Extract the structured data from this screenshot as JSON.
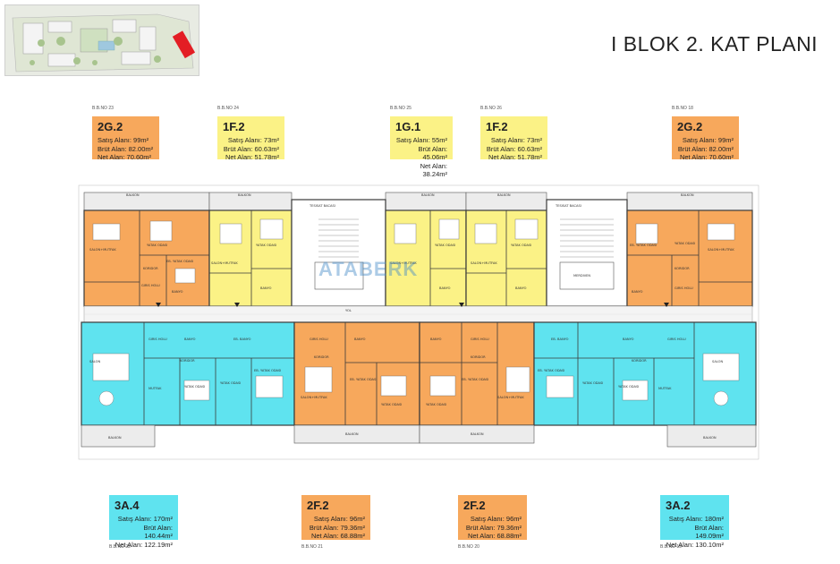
{
  "title": "I BLOK 2. KAT PLANI",
  "watermark": "ATABERK",
  "colors": {
    "orange": "#f7a85c",
    "yellow": "#fbf286",
    "cyan": "#5fe3ef",
    "wall": "#3a3a3a",
    "corridor": "#f4f4f4",
    "balcony": "#ececec"
  },
  "units_top": [
    {
      "bb": "B.B.NO 23",
      "code": "2G.2",
      "satis": "Satış Alanı: 99m²",
      "brut": "Brüt Alan: 82.00m²",
      "net": "Net Alan: 70.60m²",
      "color": "#f7a85c"
    },
    {
      "bb": "B.B.NO 24",
      "code": "1F.2",
      "satis": "Satış Alanı: 73m²",
      "brut": "Brüt Alan: 60.63m²",
      "net": "Net Alan: 51.78m²",
      "color": "#fbf286"
    },
    {
      "bb": "B.B.NO 25",
      "code": "1G.1",
      "satis": "Satış Alanı: 55m²",
      "brut": "Brüt Alan: 45.06m²",
      "net": "Net Alan: 38.24m²",
      "color": "#fbf286"
    },
    {
      "bb": "B.B.NO 26",
      "code": "1F.2",
      "satis": "Satış Alanı: 73m²",
      "brut": "Brüt Alan: 60.63m²",
      "net": "Net Alan: 51.78m²",
      "color": "#fbf286"
    },
    {
      "bb": "B.B.NO 18",
      "code": "2G.2",
      "satis": "Satış Alanı: 99m²",
      "brut": "Brüt Alan: 82.00m²",
      "net": "Net Alan: 70.60m²",
      "color": "#f7a85c"
    }
  ],
  "units_bottom": [
    {
      "bb": "B.B.NO 22",
      "code": "3A.4",
      "satis": "Satış Alanı: 170m²",
      "brut": "Brüt Alan: 140.44m²",
      "net": "Net Alan: 122.19m²",
      "color": "#5fe3ef"
    },
    {
      "bb": "B.B.NO 21",
      "code": "2F.2",
      "satis": "Satış Alanı: 96m²",
      "brut": "Brüt Alan: 79.36m²",
      "net": "Net Alan: 68.88m²",
      "color": "#f7a85c"
    },
    {
      "bb": "B.B.NO 20",
      "code": "2F.2",
      "satis": "Satış Alanı: 96m²",
      "brut": "Brüt Alan: 79.36m²",
      "net": "Net Alan: 68.88m²",
      "color": "#f7a85c"
    },
    {
      "bb": "B.B.NO 19",
      "code": "3A.2",
      "satis": "Satış Alanı: 180m²",
      "brut": "Brüt Alan: 149.09m²",
      "net": "Net Alan: 130.10m²",
      "color": "#5fe3ef"
    }
  ],
  "rooms": {
    "balkon": "BALKON",
    "salon_mutfak": "SALON+MUTFAK",
    "yatak_odasi": "YATAK ODASI",
    "eb_yatak_odasi": "EB. YATAK ODASI",
    "koridor": "KORIDOR",
    "giris_holu": "GIRIS HOLU",
    "banyo": "BANYO",
    "eb_banyo": "EB. BANYO",
    "salon": "SALON",
    "mutfak": "MUTFAK",
    "merdiven": "MERDIVEN",
    "tesisat_bacasi": "TESISAT BACASI",
    "yol": "YOL"
  }
}
